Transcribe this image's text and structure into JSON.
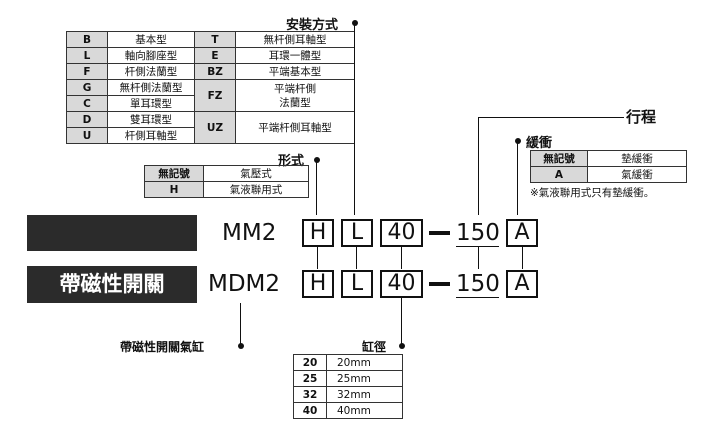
{
  "mounting": {
    "title": "安裝方式",
    "rows": [
      {
        "code": "B",
        "name": "基本型",
        "code2": "T",
        "name2": "無杆側耳軸型"
      },
      {
        "code": "L",
        "name": "軸向腳座型",
        "code2": "E",
        "name2": "耳環一體型"
      },
      {
        "code": "F",
        "name": "杆側法蘭型",
        "code2": "BZ",
        "name2": "平端基本型"
      },
      {
        "code": "G",
        "name": "無杆側法蘭型",
        "code2": "FZ",
        "name2": "平端杆側\n法蘭型"
      },
      {
        "code": "C",
        "name": "單耳環型"
      },
      {
        "code": "D",
        "name": "雙耳環型"
      },
      {
        "code": "U",
        "name": "杆側耳軸型",
        "code2": "UZ",
        "name2": "平端杆側耳軸型"
      }
    ]
  },
  "form": {
    "title": "形式",
    "rows": [
      {
        "code": "無記號",
        "name": "氣壓式"
      },
      {
        "code": "H",
        "name": "氣液聯用式"
      }
    ]
  },
  "stroke": {
    "title": "行程"
  },
  "cushion": {
    "title": "緩衝",
    "rows": [
      {
        "code": "無記號",
        "name": "墊緩衝"
      },
      {
        "code": "A",
        "name": "氣緩衝"
      }
    ],
    "note": "※氣液聯用式只有墊緩衝。"
  },
  "bore": {
    "title": "缸徑",
    "rows": [
      {
        "code": "20",
        "name": "20mm"
      },
      {
        "code": "25",
        "name": "25mm"
      },
      {
        "code": "32",
        "name": "32mm"
      },
      {
        "code": "40",
        "name": "40mm"
      }
    ]
  },
  "row1": {
    "prefix": "MM2",
    "form": "H",
    "mount": "L",
    "bore": "40",
    "stroke": "150",
    "cushion": "A"
  },
  "row2": {
    "label": "帶磁性開關",
    "prefix": "MDM2",
    "form": "H",
    "mount": "L",
    "bore": "40",
    "stroke": "150",
    "cushion": "A"
  },
  "magnetic_cylinder_label": "帶磁性開關氣缸"
}
